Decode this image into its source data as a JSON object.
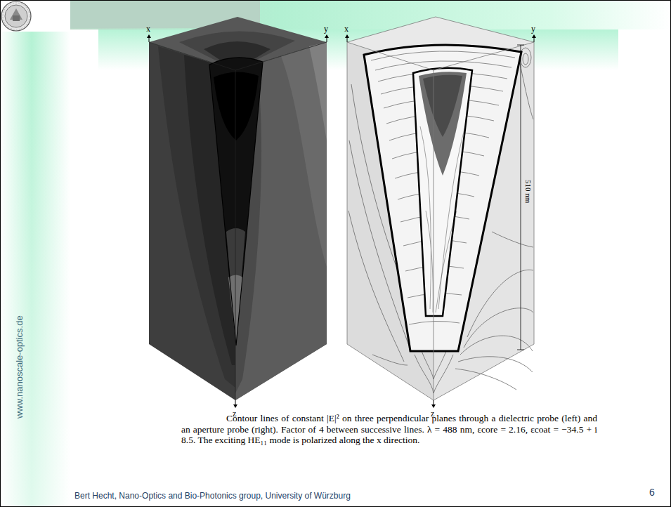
{
  "diagram": {
    "caption": "Contour lines of constant |E|² on three perpendicular planes through a dielectric probe (left) and an aperture probe (right). Factor of 4 between successive lines. λ = 488 nm, εcore = 2.16, εcoat = −34.5 + i 8.5. The exciting HE₁₁ mode is polarized along the x direction.",
    "labels": [
      "x",
      "y",
      "z",
      "x",
      "y",
      "z",
      "510 nm",
      "www.nanoscale-optics.de",
      "Bert Hecht, Nano-Optics and Bio-Photonics group, University of Würzburg",
      "6"
    ]
  }
}
